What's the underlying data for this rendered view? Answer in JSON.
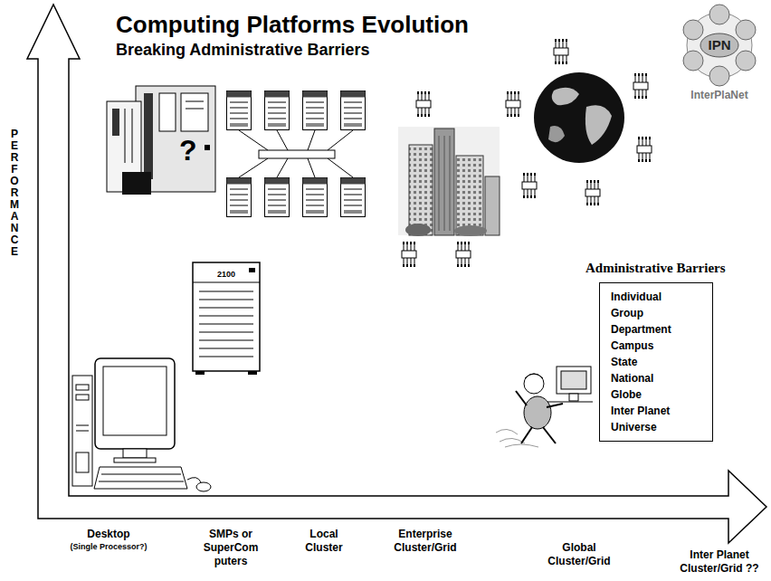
{
  "diagram": {
    "title": "Computing Platforms Evolution",
    "nodes": [
      {
        "text": [
          "Administrative Barriers",
          "Individual",
          "Group",
          "Department",
          "Campus",
          "State",
          "National",
          "Globe",
          "Inter Planet",
          "Universe"
        ]
      }
    ],
    "labels": [
      "Breaking Administrative Barriers",
      "?",
      "2100",
      "IPN",
      "InterPlaNet",
      "PERFORMANCE",
      "Desktop",
      "(Single Processor?)",
      "SMPs or SuperCom puters",
      "Local Cluster",
      "Enterprise Cluster/Grid",
      "Global Cluster/Grid",
      "Inter Planet Cluster/Grid ??"
    ]
  }
}
